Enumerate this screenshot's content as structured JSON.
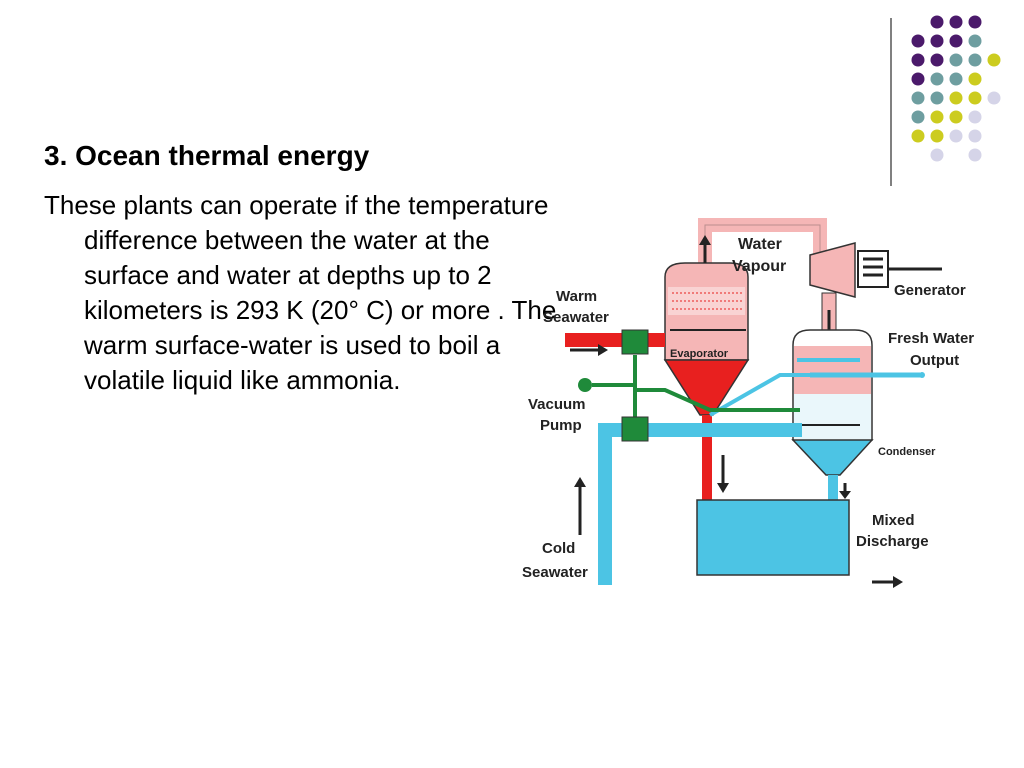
{
  "slide": {
    "title": "3. Ocean thermal energy",
    "body": "These plants can operate if the temperature difference between the water at the surface and water at depths up to 2 kilometers is 293 K (20° C) or more . The warm surface-water is used to boil a volatile liquid like ammonia."
  },
  "diagram": {
    "labels": {
      "water_vapour_1": "Water",
      "water_vapour_2": "Vapour",
      "generator": "Generator",
      "warm_seawater_1": "Warm",
      "warm_seawater_2": "Seawater",
      "evaporator": "Evaporator",
      "fresh_water_1": "Fresh Water",
      "fresh_water_2": "Output",
      "vacuum_pump_1": "Vacuum",
      "vacuum_pump_2": "Pump",
      "condenser": "Condenser",
      "mixed_discharge_1": "Mixed",
      "mixed_discharge_2": "Discharge",
      "cold_seawater_1": "Cold",
      "cold_seawater_2": "Seawater"
    }
  },
  "colors": {
    "dot_purple": "#4b1a6b",
    "dot_teal": "#6e9ea0",
    "dot_yellow": "#cccc1f",
    "dot_lavender": "#d5d4e8",
    "warm_water": "#e8201f",
    "cold_water": "#4cc4e4",
    "vapour_pipe": "#f5b6b6",
    "valve_green": "#1f8a3a"
  }
}
